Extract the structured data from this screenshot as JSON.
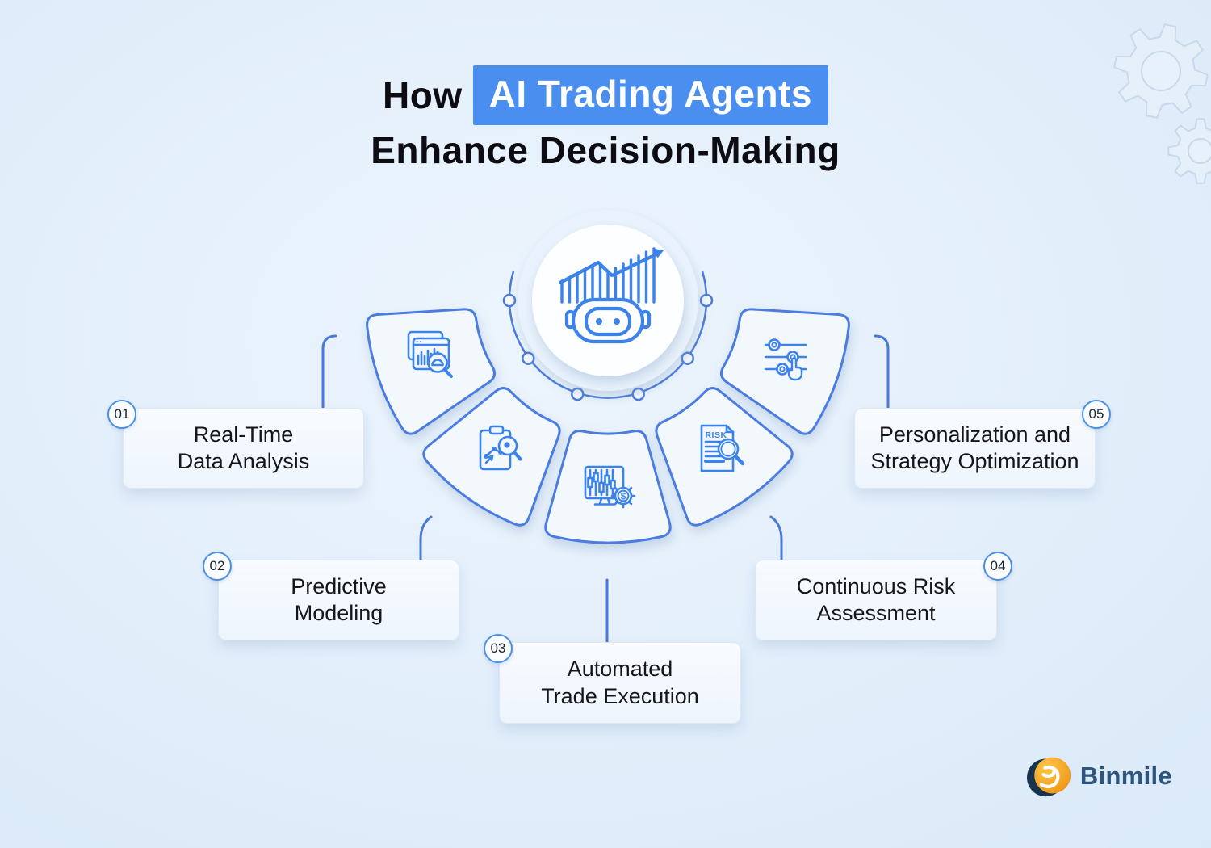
{
  "title": {
    "prefix": "How",
    "highlight": "AI Trading Agents",
    "line2": "Enhance Decision-Making"
  },
  "center": {
    "icon": "trading-bot-growth-chart-icon"
  },
  "items": [
    {
      "number": "01",
      "line1": "Real-Time",
      "line2": "Data Analysis",
      "icon": "analytics-window-magnifier-icon"
    },
    {
      "number": "02",
      "line1": "Predictive",
      "line2": "Modeling",
      "icon": "clipboard-trend-magnifier-icon"
    },
    {
      "number": "03",
      "line1": "Automated",
      "line2": "Trade Execution",
      "icon": "candlestick-monitor-dollar-gear-icon",
      "gear_label": "$"
    },
    {
      "number": "04",
      "line1": "Continuous Risk",
      "line2": "Assessment",
      "icon": "risk-document-magnifier-icon",
      "doc_label": "RISK"
    },
    {
      "number": "05",
      "line1": "Personalization and",
      "line2": "Strategy Optimization",
      "icon": "sliders-hand-icon"
    }
  ],
  "brand": {
    "name": "Binmile",
    "icon": "binmile-logo-icon"
  },
  "decor": {
    "icons": [
      "gear-icon",
      "gear-icon"
    ]
  },
  "colors": {
    "highlight_bg": "#4a8ff0",
    "highlight_text": "#ffffff",
    "title_text": "#0c0c12",
    "diagram_line": "#4a7ad8",
    "wedge_stroke": "#4b7be0",
    "wedge_fill": "#f3f8fd",
    "icon_blue": "#3b82ea",
    "badge_border": "#4a8fe8",
    "card_text": "#16161a",
    "brand_orange": "#f6a41f",
    "brand_navy": "#16344f",
    "brand_text": "#2d567f",
    "background": "#dfecfa"
  }
}
